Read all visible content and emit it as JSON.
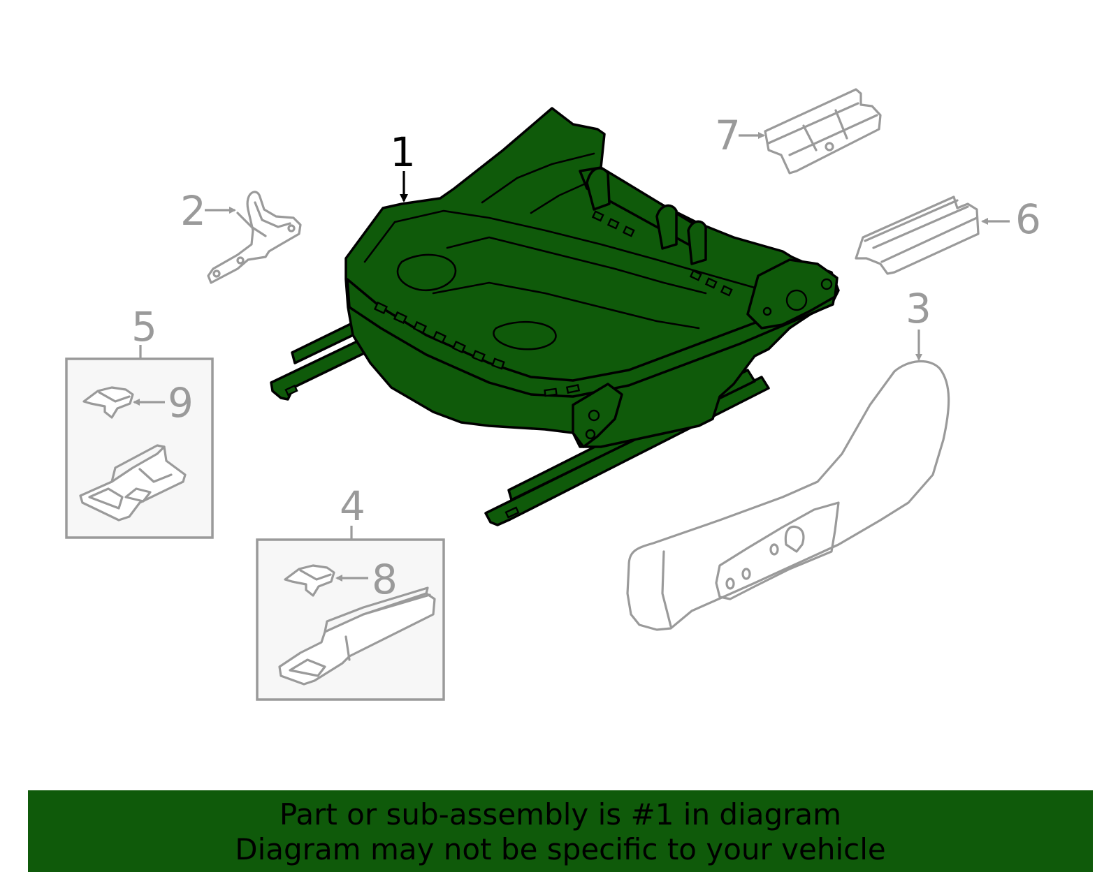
{
  "diagram": {
    "active_part": "1",
    "callouts": {
      "c1": "1",
      "c2": "2",
      "c3": "3",
      "c4": "4",
      "c5": "5",
      "c6": "6",
      "c7": "7",
      "c8": "8",
      "c9": "9"
    },
    "colors": {
      "highlight_fill": "#0f5a0a",
      "inactive_stroke": "#9a9a9a",
      "active_text": "#000000",
      "box_fill": "#f7f7f7"
    }
  },
  "banner": {
    "line1": "Part or sub-assembly is #1 in diagram",
    "line2": "Diagram may not be specific to your vehicle",
    "background": "#0f5a0a"
  }
}
